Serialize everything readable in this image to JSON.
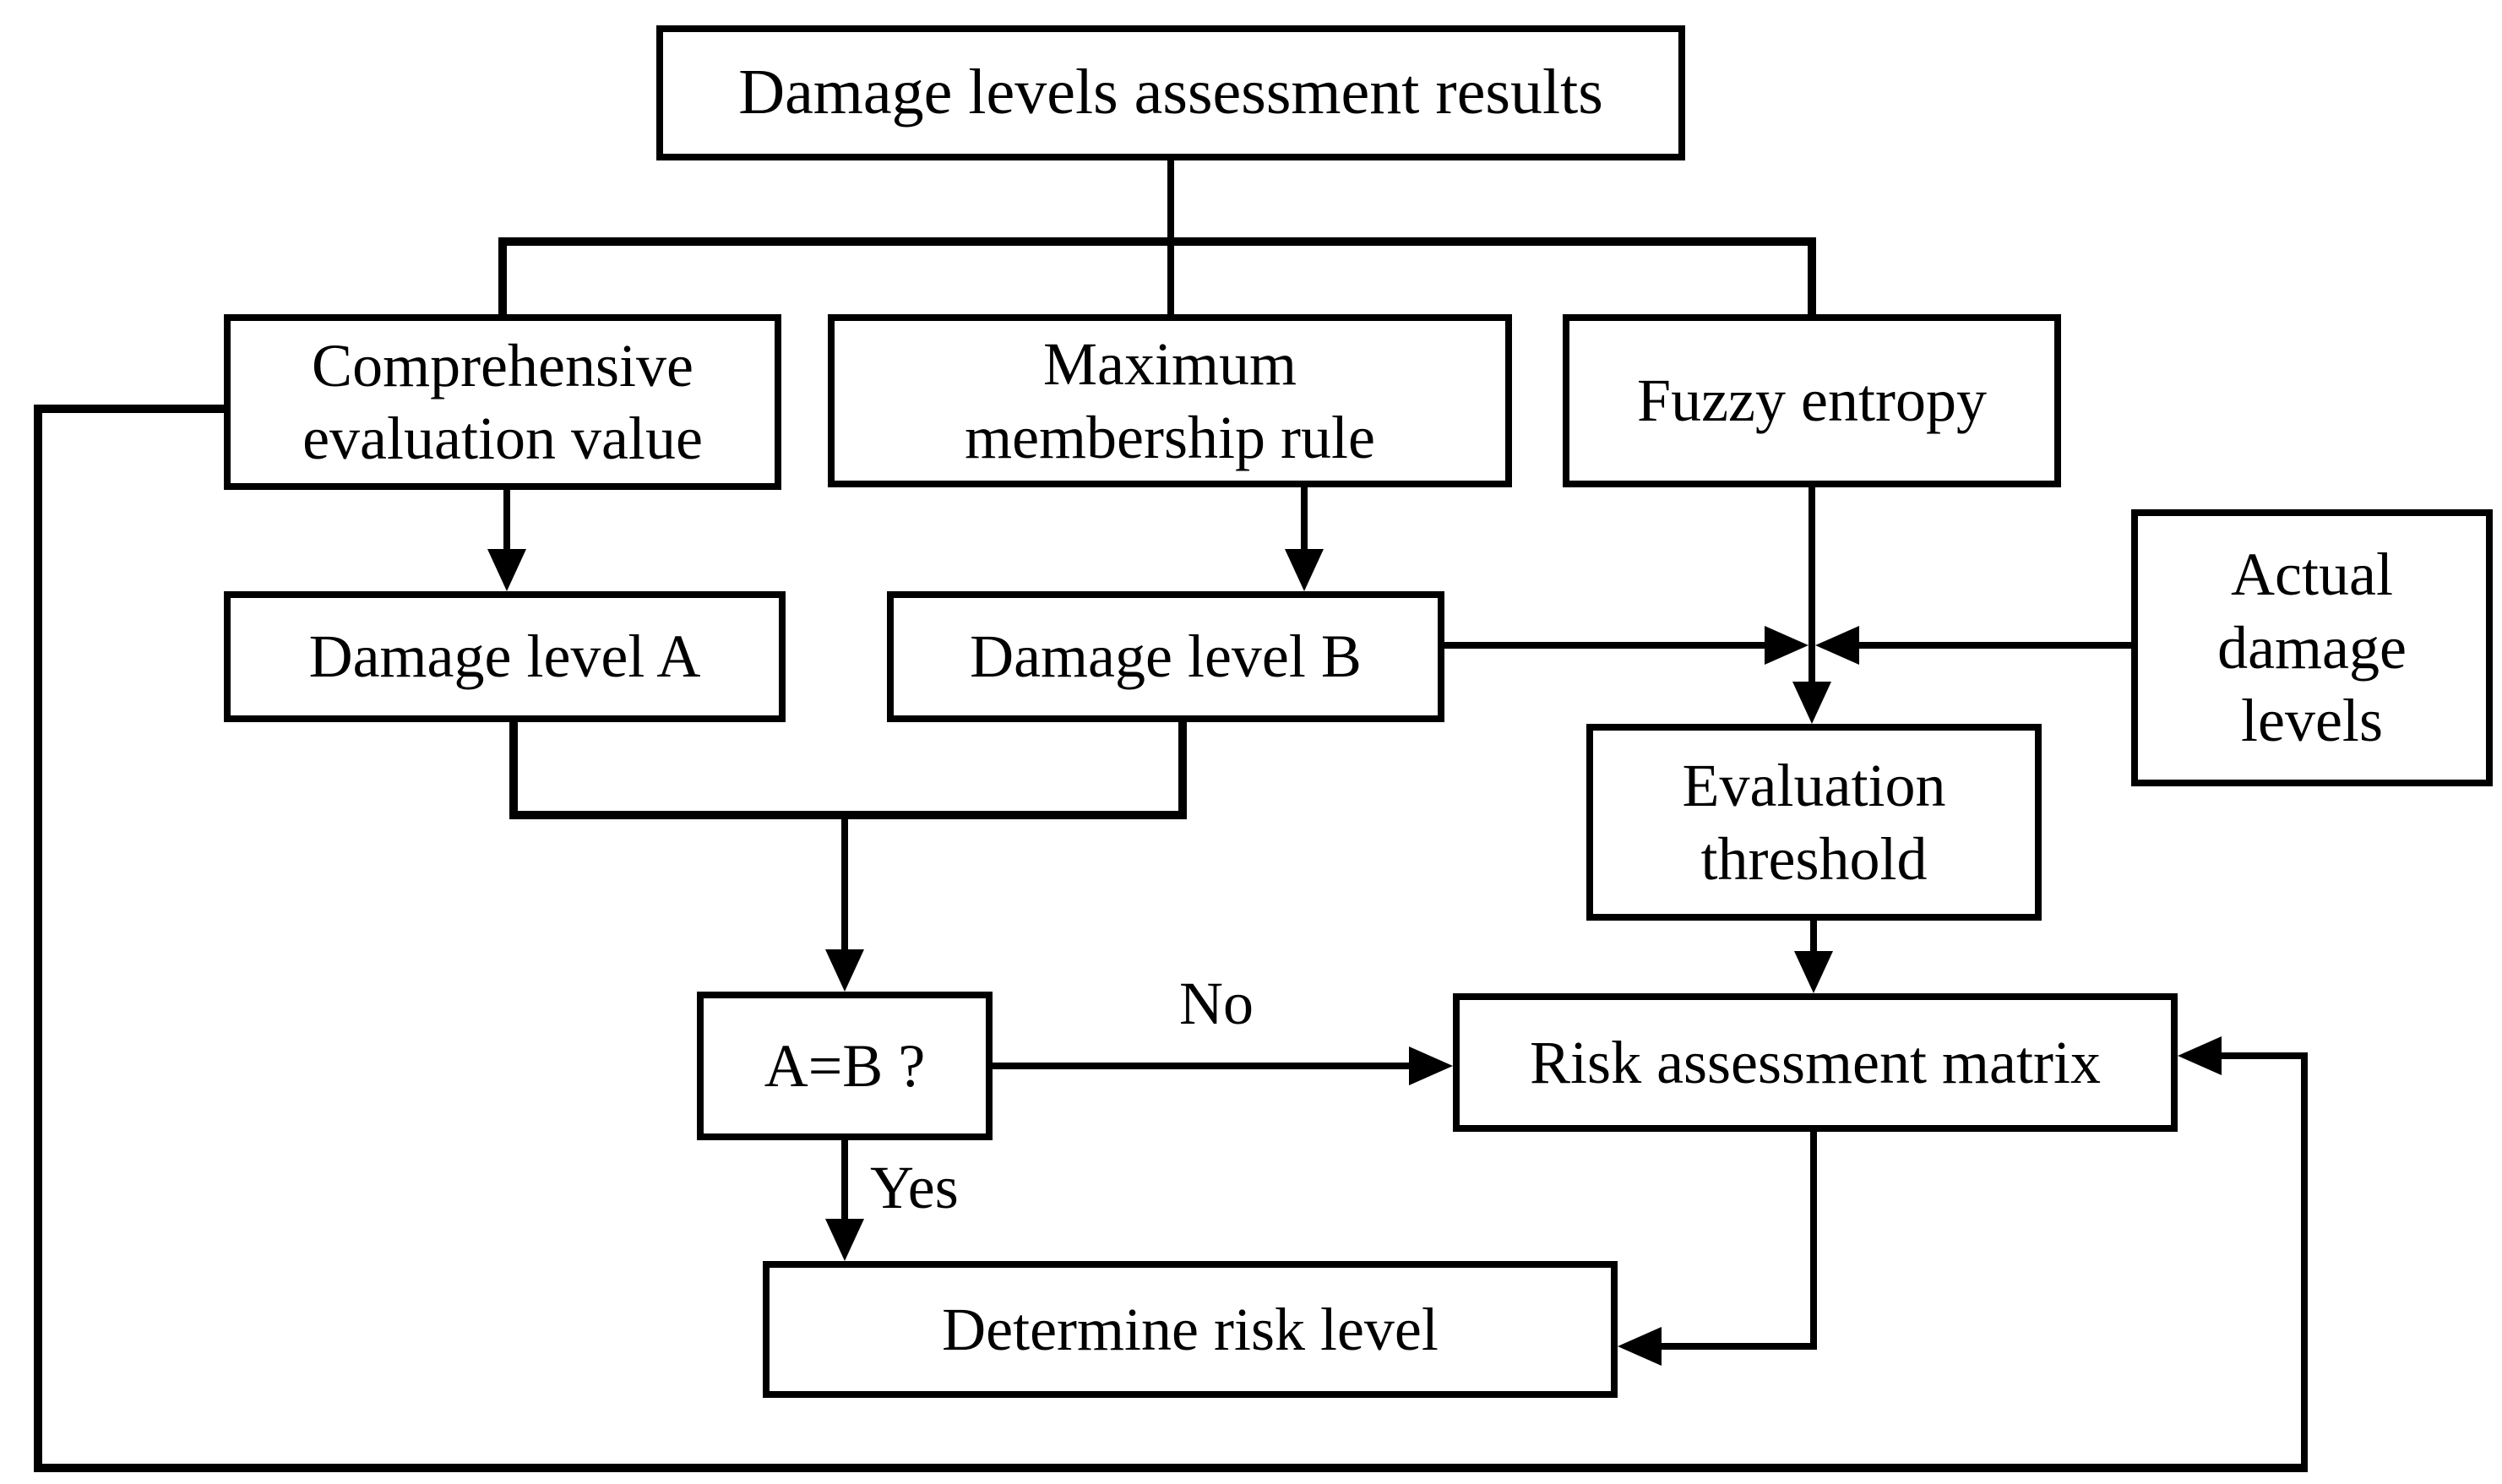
{
  "diagram": {
    "colors": {
      "background": "#ffffff",
      "line": "#000000",
      "text": "#000000"
    },
    "nodes": {
      "assessment_results": {
        "label": "Damage levels assessment results"
      },
      "comprehensive_evaluation_value": {
        "line1": "Comprehensive",
        "line2": "evaluation value"
      },
      "maximum_membership_rule": {
        "line1": "Maximum",
        "line2": "membership rule"
      },
      "fuzzy_entropy": {
        "label": "Fuzzy entropy"
      },
      "actual_damage_levels": {
        "line1": "Actual",
        "line2": "damage",
        "line3": "levels"
      },
      "damage_level_a": {
        "label": "Damage level A"
      },
      "damage_level_b": {
        "label": "Damage level B"
      },
      "evaluation_threshold": {
        "line1": "Evaluation",
        "line2": "threshold"
      },
      "a_equals_b": {
        "label": "A=B ?"
      },
      "risk_assessment_matrix": {
        "label": "Risk assessment matrix"
      },
      "determine_risk_level": {
        "label": "Determine risk level"
      }
    },
    "edge_labels": {
      "no": "No",
      "yes": "Yes"
    }
  }
}
